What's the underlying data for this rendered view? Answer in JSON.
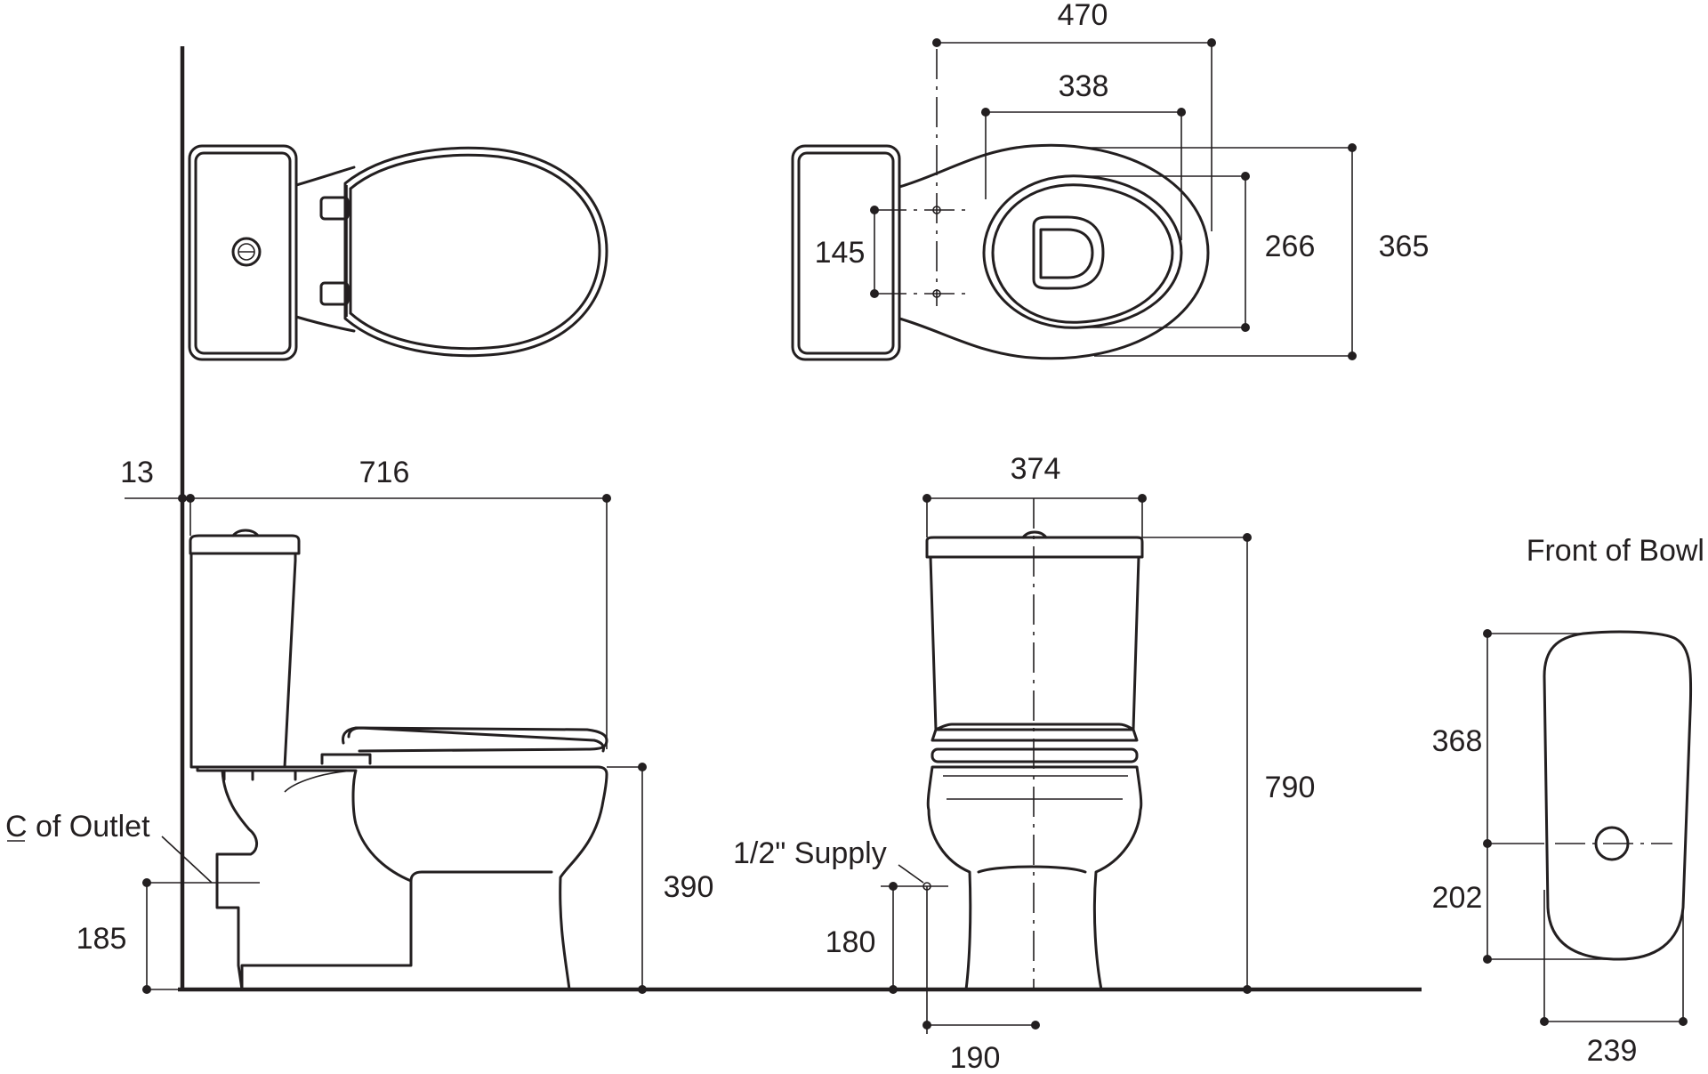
{
  "dimensions": {
    "top_overall_width": "470",
    "top_bowl_opening_width": "338",
    "top_seat_width": "365",
    "top_opening_width": "266",
    "top_hinge_spacing": "145",
    "side_wall_gap": "13",
    "side_overall_depth": "716",
    "side_rim_height": "390",
    "side_outlet_height": "185",
    "front_tank_width": "374",
    "front_overall_height": "790",
    "front_supply_height": "180",
    "front_supply_offset": "190",
    "bowl_front_upper": "368",
    "bowl_front_lower": "202",
    "bowl_front_width": "239"
  },
  "labels": {
    "outlet_centerline": "of Outlet",
    "outlet_cl_symbol": "C",
    "supply": "1/2\" Supply",
    "front_of_bowl": "Front of Bowl"
  }
}
